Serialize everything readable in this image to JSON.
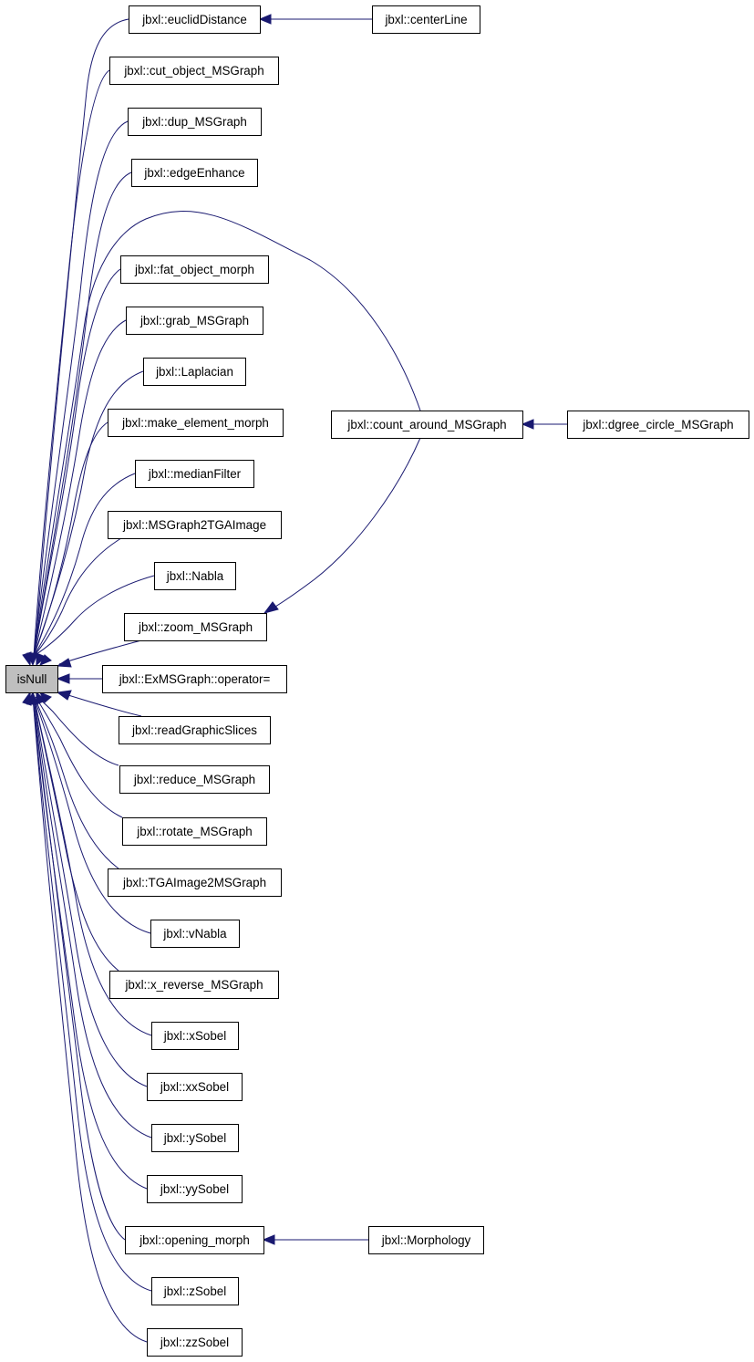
{
  "graph": {
    "root": {
      "id": "isNull",
      "label": "isNull"
    },
    "nodes": [
      {
        "id": "euclidDistance",
        "label": "jbxl::euclidDistance"
      },
      {
        "id": "centerLine",
        "label": "jbxl::centerLine"
      },
      {
        "id": "cut_object",
        "label": "jbxl::cut_object_MSGraph"
      },
      {
        "id": "dup",
        "label": "jbxl::dup_MSGraph"
      },
      {
        "id": "edgeEnhance",
        "label": "jbxl::edgeEnhance"
      },
      {
        "id": "fat_object",
        "label": "jbxl::fat_object_morph"
      },
      {
        "id": "grab",
        "label": "jbxl::grab_MSGraph"
      },
      {
        "id": "laplacian",
        "label": "jbxl::Laplacian"
      },
      {
        "id": "make_element",
        "label": "jbxl::make_element_morph"
      },
      {
        "id": "medianFilter",
        "label": "jbxl::medianFilter"
      },
      {
        "id": "msgraph2tga",
        "label": "jbxl::MSGraph2TGAImage"
      },
      {
        "id": "nabla",
        "label": "jbxl::Nabla"
      },
      {
        "id": "zoom",
        "label": "jbxl::zoom_MSGraph"
      },
      {
        "id": "count_around",
        "label": "jbxl::count_around_MSGraph"
      },
      {
        "id": "dgree_circle",
        "label": "jbxl::dgree_circle_MSGraph"
      },
      {
        "id": "operator_eq",
        "label": "jbxl::ExMSGraph::operator="
      },
      {
        "id": "readGraphicSlices",
        "label": "jbxl::readGraphicSlices"
      },
      {
        "id": "reduce",
        "label": "jbxl::reduce_MSGraph"
      },
      {
        "id": "rotate",
        "label": "jbxl::rotate_MSGraph"
      },
      {
        "id": "tga2msgraph",
        "label": "jbxl::TGAImage2MSGraph"
      },
      {
        "id": "vNabla",
        "label": "jbxl::vNabla"
      },
      {
        "id": "x_reverse",
        "label": "jbxl::x_reverse_MSGraph"
      },
      {
        "id": "xSobel",
        "label": "jbxl::xSobel"
      },
      {
        "id": "xxSobel",
        "label": "jbxl::xxSobel"
      },
      {
        "id": "ySobel",
        "label": "jbxl::ySobel"
      },
      {
        "id": "yySobel",
        "label": "jbxl::yySobel"
      },
      {
        "id": "opening_morph",
        "label": "jbxl::opening_morph"
      },
      {
        "id": "morphology",
        "label": "jbxl::Morphology"
      },
      {
        "id": "zSobel",
        "label": "jbxl::zSobel"
      },
      {
        "id": "zzSobel",
        "label": "jbxl::zzSobel"
      }
    ],
    "edges": [
      {
        "from": "euclidDistance",
        "to": "isNull"
      },
      {
        "from": "centerLine",
        "to": "euclidDistance"
      },
      {
        "from": "cut_object",
        "to": "isNull"
      },
      {
        "from": "dup",
        "to": "isNull"
      },
      {
        "from": "edgeEnhance",
        "to": "isNull"
      },
      {
        "from": "count_around",
        "to": "isNull"
      },
      {
        "from": "fat_object",
        "to": "isNull"
      },
      {
        "from": "grab",
        "to": "isNull"
      },
      {
        "from": "laplacian",
        "to": "isNull"
      },
      {
        "from": "make_element",
        "to": "isNull"
      },
      {
        "from": "medianFilter",
        "to": "isNull"
      },
      {
        "from": "msgraph2tga",
        "to": "isNull"
      },
      {
        "from": "nabla",
        "to": "isNull"
      },
      {
        "from": "zoom",
        "to": "isNull"
      },
      {
        "from": "count_around",
        "to": "zoom"
      },
      {
        "from": "dgree_circle",
        "to": "count_around"
      },
      {
        "from": "operator_eq",
        "to": "isNull"
      },
      {
        "from": "readGraphicSlices",
        "to": "isNull"
      },
      {
        "from": "reduce",
        "to": "isNull"
      },
      {
        "from": "rotate",
        "to": "isNull"
      },
      {
        "from": "tga2msgraph",
        "to": "isNull"
      },
      {
        "from": "vNabla",
        "to": "isNull"
      },
      {
        "from": "x_reverse",
        "to": "isNull"
      },
      {
        "from": "xSobel",
        "to": "isNull"
      },
      {
        "from": "xxSobel",
        "to": "isNull"
      },
      {
        "from": "ySobel",
        "to": "isNull"
      },
      {
        "from": "yySobel",
        "to": "isNull"
      },
      {
        "from": "opening_morph",
        "to": "isNull"
      },
      {
        "from": "morphology",
        "to": "opening_morph"
      },
      {
        "from": "zSobel",
        "to": "isNull"
      },
      {
        "from": "zzSobel",
        "to": "isNull"
      }
    ],
    "colors": {
      "edge": "#191970",
      "root_fill": "#bfbfbf",
      "node_fill": "#ffffff",
      "node_border": "#000000"
    }
  }
}
